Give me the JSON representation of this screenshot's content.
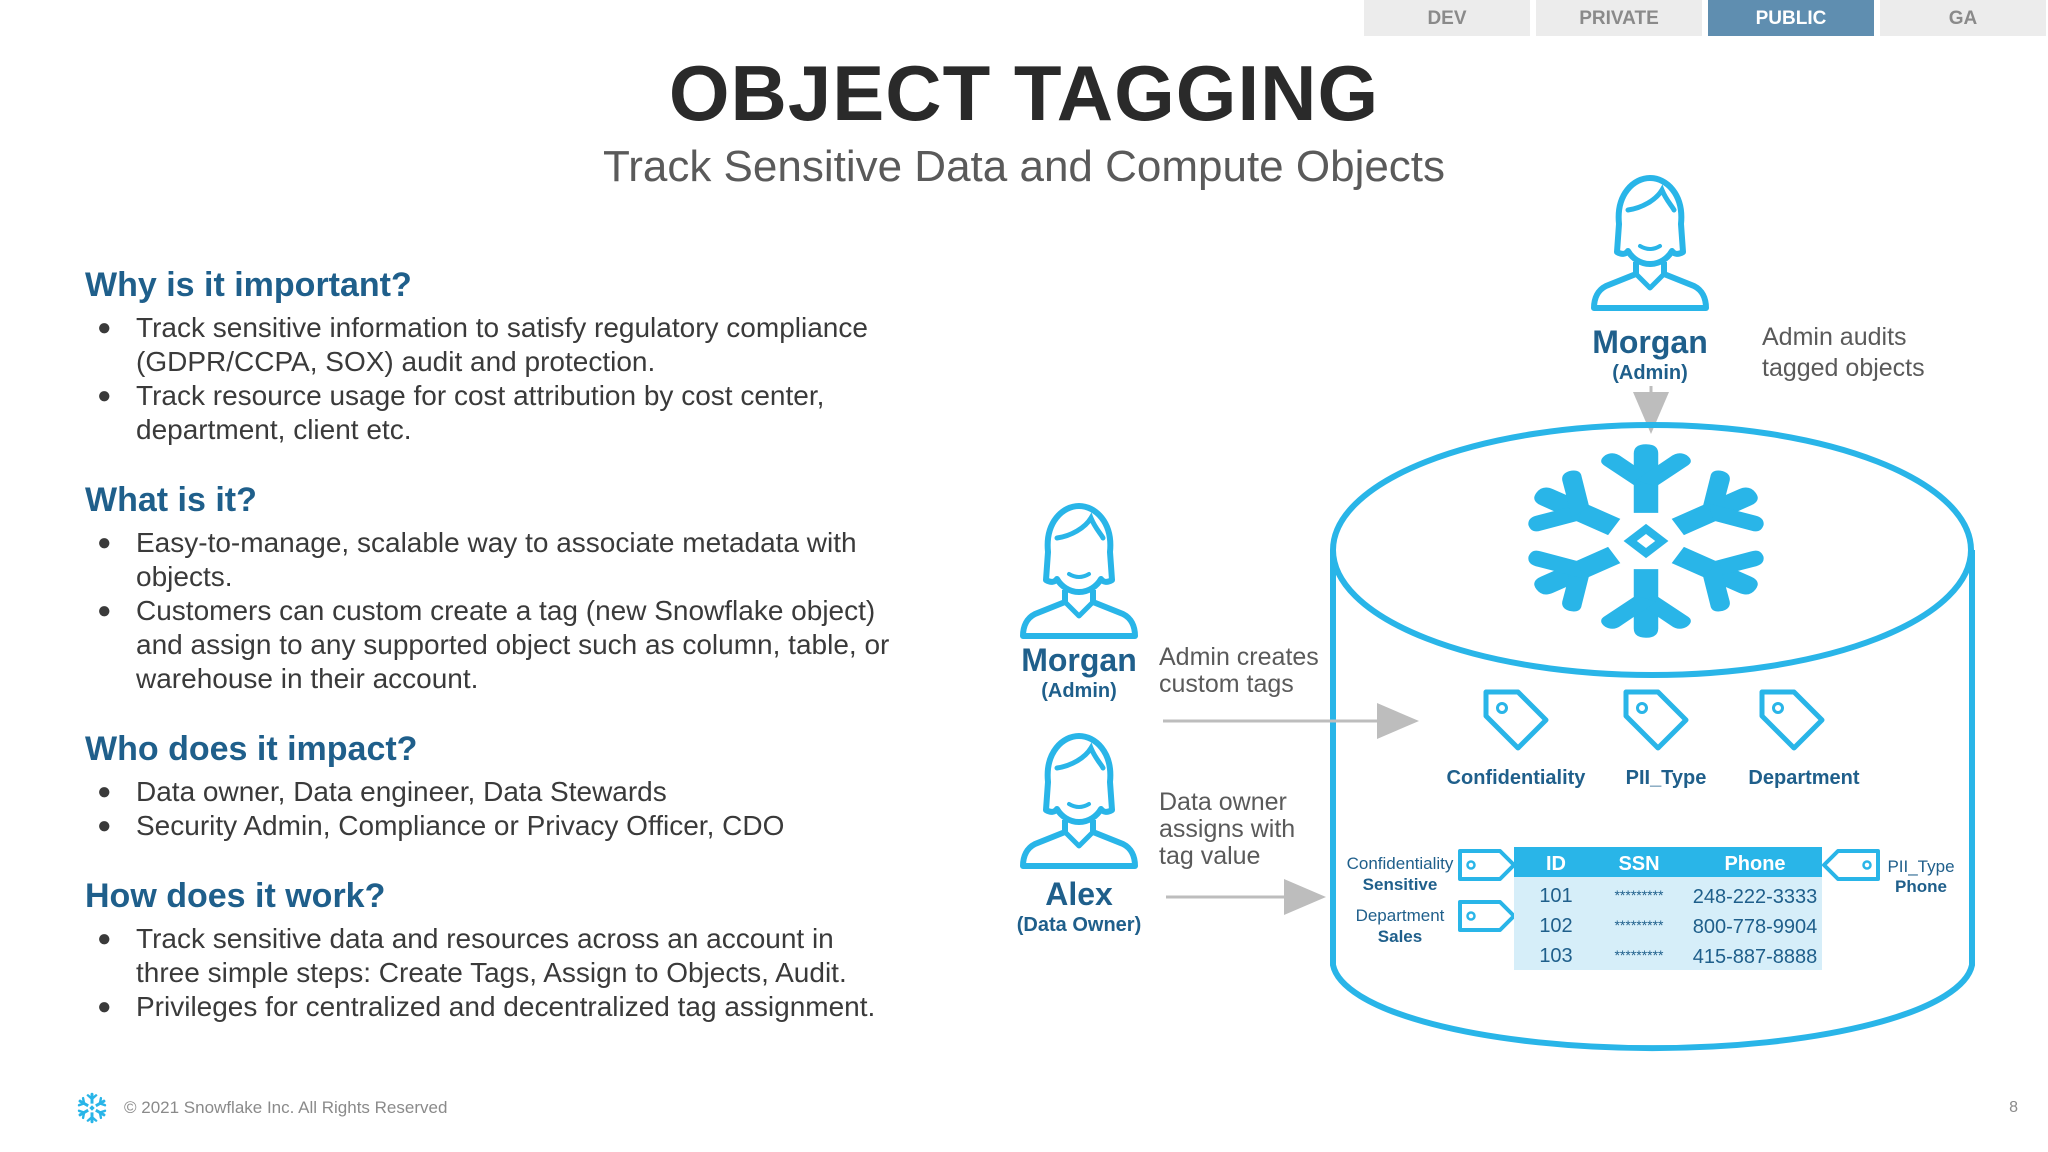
{
  "stage_tabs": [
    "DEV",
    "PRIVATE",
    "PUBLIC",
    "GA"
  ],
  "active_tab": "PUBLIC",
  "title": "OBJECT TAGGING",
  "subtitle": "Track Sensitive Data and Compute Objects",
  "sections": [
    {
      "heading": "Why is it important?",
      "lines": [
        [
          "Track sensitive information to satisfy regulatory compliance",
          "(GDPR/CCPA, SOX) audit and protection."
        ],
        [
          "Track resource usage for cost attribution by cost center,",
          "department, client etc."
        ]
      ]
    },
    {
      "heading": "What is it?",
      "lines": [
        [
          "Easy-to-manage, scalable way to associate metadata with",
          "objects."
        ],
        [
          "Customers can custom create a tag (new Snowflake object)",
          "and assign to any supported object such as column, table, or",
          "warehouse in their account."
        ]
      ]
    },
    {
      "heading": "Who does it impact?",
      "lines": [
        [
          "Data owner, Data engineer, Data Stewards"
        ],
        [
          "Security Admin, Compliance or Privacy Officer, CDO"
        ]
      ]
    },
    {
      "heading": "How does it work?",
      "lines": [
        [
          "Track sensitive data and resources across an account in",
          "three simple steps: Create Tags, Assign to Objects, Audit."
        ],
        [
          "Privileges for centralized and decentralized tag assignment."
        ]
      ]
    }
  ],
  "diagram": {
    "morgan_top": {
      "name": "Morgan",
      "role": "(Admin)",
      "note": [
        "Admin audits",
        "tagged objects"
      ]
    },
    "morgan_left": {
      "name": "Morgan",
      "role": "(Admin)",
      "note": [
        "Admin creates",
        "custom tags"
      ]
    },
    "alex": {
      "name": "Alex",
      "role": "(Data Owner)",
      "note": [
        "Data owner",
        "assigns with",
        "tag value"
      ]
    },
    "tags": [
      "Confidentiality",
      "PII_Type",
      "Department"
    ],
    "left_tag_1": {
      "key": "Confidentiality",
      "value": "Sensitive"
    },
    "left_tag_2": {
      "key": "Department",
      "value": "Sales"
    },
    "right_tag": {
      "key": "PII_Type",
      "value": "Phone"
    },
    "table": {
      "headers": [
        "ID",
        "SSN",
        "Phone"
      ],
      "rows": [
        [
          "101",
          "*********",
          "248-222-3333"
        ],
        [
          "102",
          "*********",
          "800-778-9904"
        ],
        [
          "103",
          "*********",
          "415-887-8888"
        ]
      ]
    },
    "accent_color": "#29b5e8",
    "heading_color": "#1f5f8b"
  },
  "footer": {
    "copyright": "© 2021 Snowflake Inc. All Rights Reserved",
    "page": "8"
  }
}
